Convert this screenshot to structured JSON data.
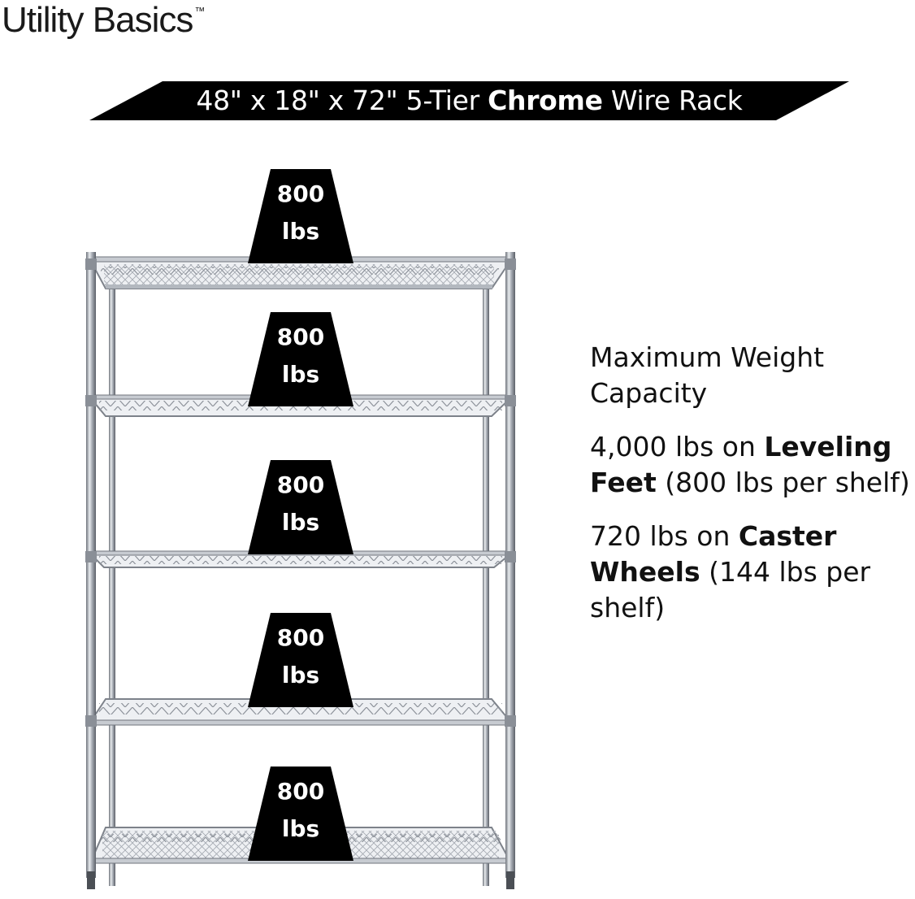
{
  "brand": {
    "name": "Utility Basics",
    "trademark": "™"
  },
  "banner": {
    "prefix": "48\" x 18\" x 72\" 5-Tier ",
    "bold": "Chrome",
    "suffix": " Wire Rack"
  },
  "shelf_badges": [
    {
      "value": "800",
      "unit": "lbs"
    },
    {
      "value": "800",
      "unit": "lbs"
    },
    {
      "value": "800",
      "unit": "lbs"
    },
    {
      "value": "800",
      "unit": "lbs"
    },
    {
      "value": "800",
      "unit": "lbs"
    }
  ],
  "specs": {
    "heading": "Maximum Weight Capacity",
    "leveling": {
      "pre": "4,000 lbs on ",
      "bold": "Leveling Feet",
      "post": " (800 lbs per shelf)"
    },
    "caster": {
      "pre": "720 lbs on ",
      "bold": "Caster Wheels",
      "post": " (144 lbs per shelf)"
    }
  },
  "colors": {
    "badge": "#000000",
    "banner": "#000000",
    "chrome": "#b8bcc4"
  }
}
